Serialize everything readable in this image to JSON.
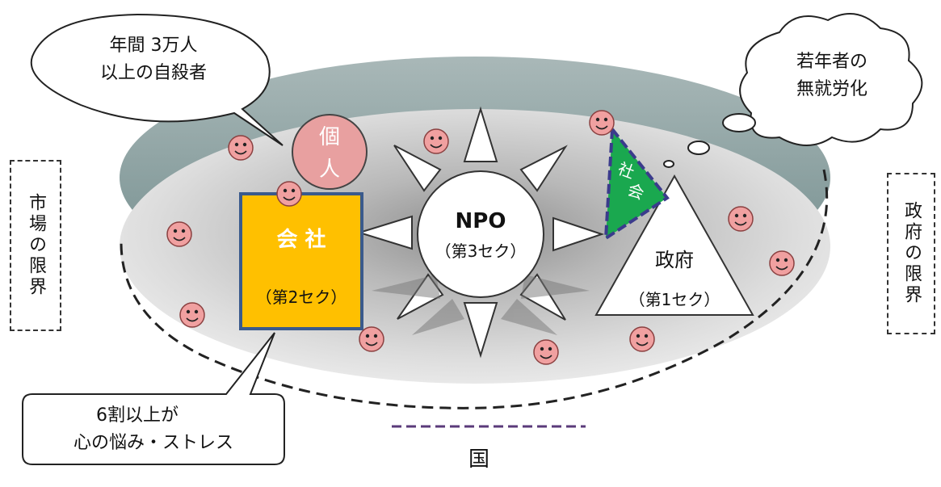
{
  "diagram": {
    "left_label": "市場の限界",
    "right_label": "政府の限界",
    "bottom_label": "国",
    "callout_top_left": {
      "line1": "年間 3万人",
      "line2": "以上の自殺者"
    },
    "callout_bottom_left": {
      "line1": "6割以上が",
      "line2": "心の悩み・ストレス"
    },
    "cloud_top_right": {
      "line1": "若年者の",
      "line2": "無就労化"
    },
    "kojin": {
      "char1": "個",
      "char2": "人"
    },
    "company": {
      "title": "会 社",
      "sub": "（第2セク）"
    },
    "npo": {
      "title": "NPO",
      "sub": "（第3セク）"
    },
    "government": {
      "title": "政府",
      "sub": "（第1セク）"
    },
    "society": {
      "char1": "社",
      "char2": "会"
    },
    "colors": {
      "company_fill": "#ffc000",
      "company_border": "#3a5a8c",
      "kojin_fill": "#e8a0a0",
      "society_fill": "#1aa84f",
      "society_border": "#3b3b8c",
      "smiley_fill": "#f0a0a0",
      "rim": "#7f9a9a"
    }
  }
}
